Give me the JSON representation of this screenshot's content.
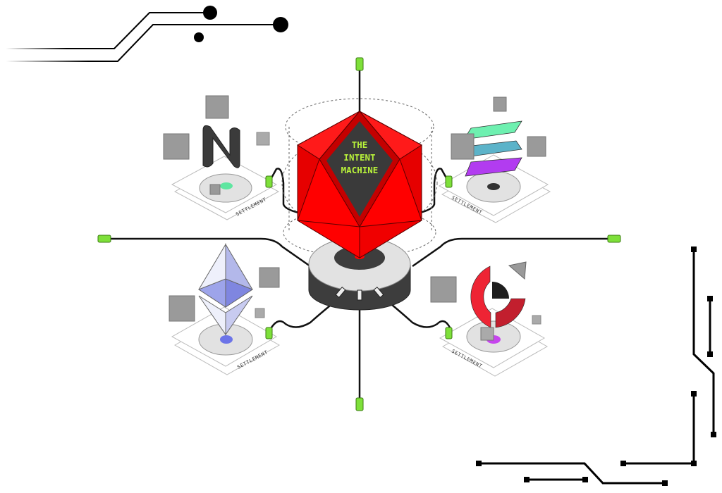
{
  "illustration": {
    "title_lines": [
      "THE",
      "INTENT",
      "MACHINE"
    ],
    "settlement_label": "SETTLEMENT",
    "colors": {
      "core_red": "#ff0000",
      "core_dark_red": "#c40000",
      "core_face": "#3a3a3a",
      "title_green": "#b8f23a",
      "connector_green": "#7ee03a",
      "base_light": "#e2e2e2",
      "base_dark": "#3d3d3d",
      "cube_gray": "#9a9a9a"
    },
    "nodes": [
      {
        "id": "near",
        "position": "top-left",
        "accent": "#5ee6a0"
      },
      {
        "id": "solana",
        "position": "top-right",
        "accent": [
          "#6ef0b0",
          "#5cb3c9",
          "#b23cf0"
        ]
      },
      {
        "id": "ethereum",
        "position": "bottom-left",
        "accent": "#6c74e8"
      },
      {
        "id": "red-c",
        "position": "bottom-right",
        "accent": [
          "#ee2434",
          "#c21f2e",
          "#1e1e1e"
        ]
      }
    ]
  }
}
